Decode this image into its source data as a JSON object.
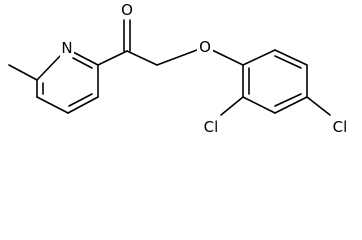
{
  "molecule": {
    "atom_labels": {
      "nitrogen": "N",
      "carbonyl_oxygen": "O",
      "ether_oxygen": "O",
      "chlorine_ortho": "Cl",
      "chlorine_para": "Cl"
    },
    "colors": {
      "bond": "#000000",
      "label": "#000000",
      "background": "#ffffff"
    }
  }
}
